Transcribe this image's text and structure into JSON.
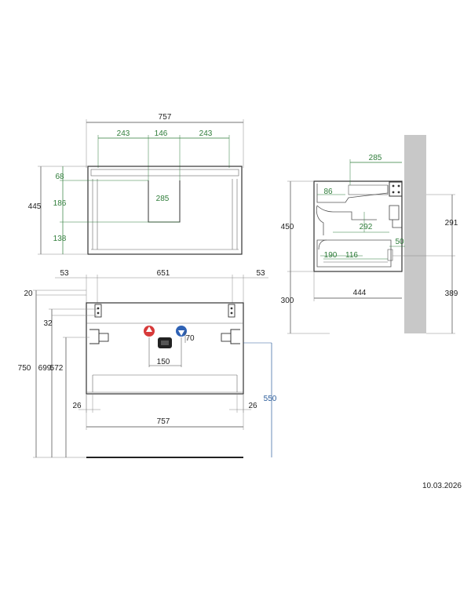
{
  "top_view": {
    "width": "757",
    "left_part": "243",
    "center_part": "146",
    "right_part": "243",
    "depth": "445",
    "depth_front": "68",
    "depth_mid": "186",
    "depth_back": "138",
    "cutout_width": "285"
  },
  "side_view": {
    "top_width": "285",
    "shelf_offset": "86",
    "drawer_depth": "292",
    "gap": "50",
    "inner_left": "190",
    "inner_right": "116",
    "height": "450",
    "mount_height": "300",
    "depth": "444",
    "wall_top": "291",
    "wall_bottom": "389"
  },
  "front_view": {
    "side_left": "53",
    "inner_width": "651",
    "side_right": "53",
    "top_gap": "20",
    "rail": "32",
    "total_height": "750",
    "height_699": "699",
    "height_572": "572",
    "pipe_spacing": "150",
    "pipe_offset": "70",
    "foot_left": "26",
    "foot_right": "26",
    "width": "757",
    "floor_height": "550"
  },
  "colors": {
    "line": "#444444",
    "dimension_black": "#222222",
    "dimension_green": "#2f7d3a",
    "dimension_blue": "#2b5c9a",
    "wall": "#c8c8c8",
    "hot": "#d73a3a",
    "cold": "#2f62b5"
  },
  "footer": {
    "date": "10.03.2026"
  }
}
